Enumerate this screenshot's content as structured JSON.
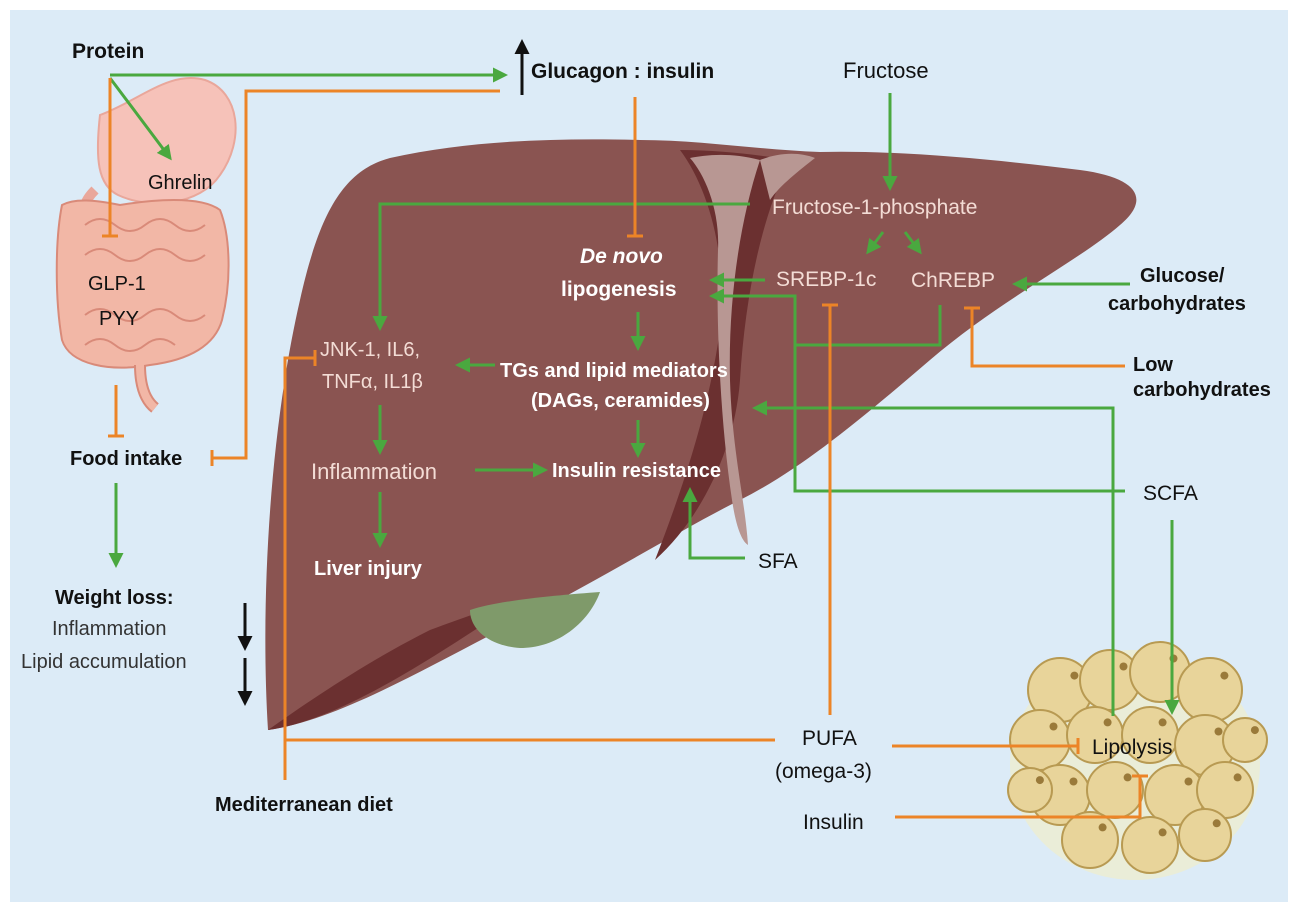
{
  "labels": {
    "protein": "Protein",
    "glucagon_insulin": "Glucagon : insulin",
    "fructose": "Fructose",
    "ghrelin": "Ghrelin",
    "glp1": "GLP-1",
    "pyy": "PYY",
    "food_intake": "Food intake",
    "weight_loss": "Weight loss:",
    "inflammation_outcome": "Inflammation",
    "lipid_accumulation": "Lipid accumulation",
    "mediterranean_diet": "Mediterranean diet",
    "fructose_1_phosphate": "Fructose-1-phosphate",
    "de_novo": "De novo",
    "lipogenesis": "lipogenesis",
    "srebp1c": "SREBP-1c",
    "chrebp": "ChREBP",
    "glucose_line1": "Glucose/",
    "glucose_line2": "carbohydrates",
    "low_carb_line1": "Low",
    "low_carb_line2": "carbohydrates",
    "jnk_line1": "JNK-1, IL6,",
    "jnk_line2": "TNFα, IL1β",
    "tgs_line1": "TGs and lipid mediators",
    "tgs_line2": "(DAGs, ceramides)",
    "inflammation_liver": "Inflammation",
    "insulin_resistance": "Insulin resistance",
    "liver_injury": "Liver injury",
    "scfa": "SCFA",
    "sfa": "SFA",
    "pufa_line1": "PUFA",
    "pufa_line2": "(omega-3)",
    "lipolysis": "Lipolysis",
    "insulin": "Insulin"
  },
  "colors": {
    "background": "#dcebf7",
    "activation_arrow": "#4aa83f",
    "inhibition_arrow": "#ec8427",
    "liver": "#8a5451",
    "liver_dark": "#6b3030",
    "gallbladder": "#7f9a6a",
    "adipocyte": "#e8d49a",
    "intestine": "#f2b7a6"
  },
  "icons": [
    "stomach-icon",
    "intestine-icon",
    "liver-icon",
    "adipose-tissue-icon",
    "up-arrow-icon",
    "down-arrow-icon"
  ]
}
